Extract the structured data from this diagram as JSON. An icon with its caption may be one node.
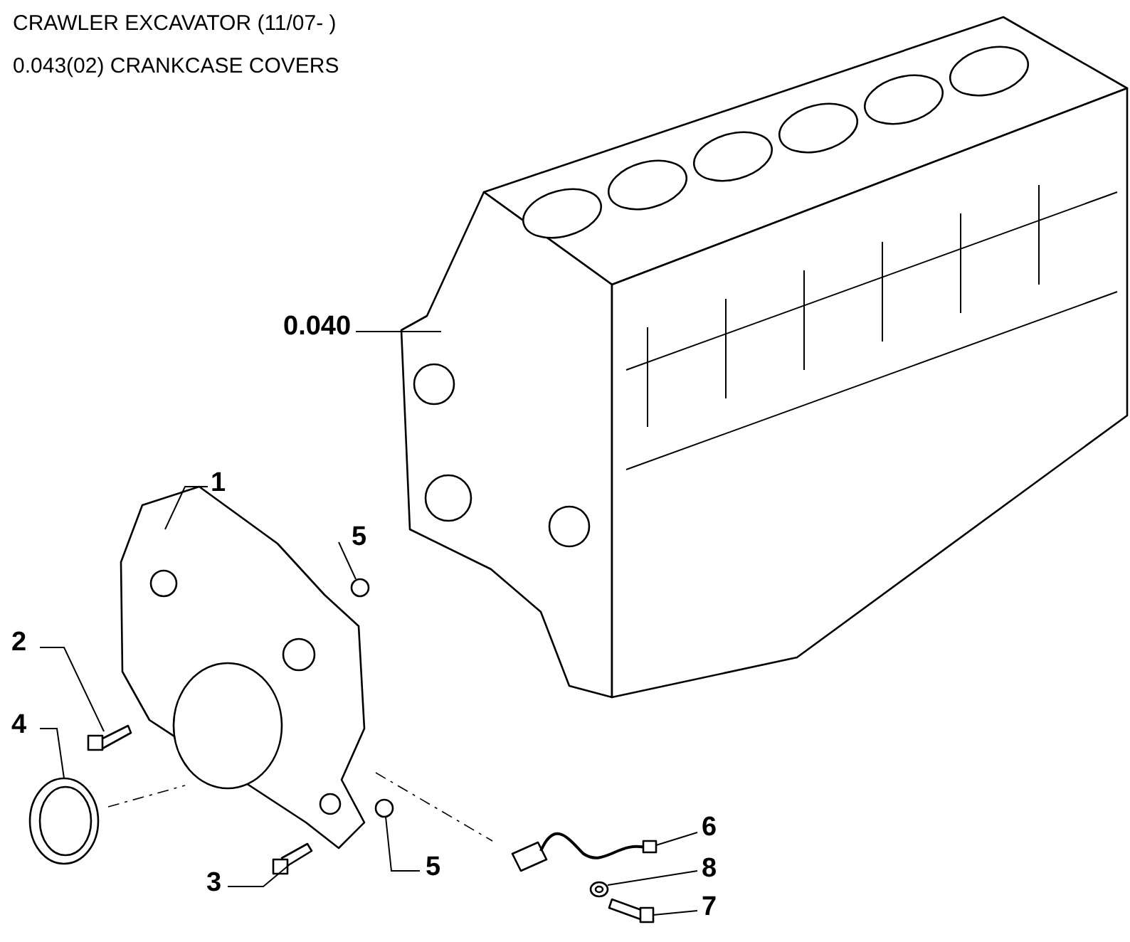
{
  "diagram": {
    "title": "CRAWLER EXCAVATOR (11/07- )",
    "nodes": [
      {
        "text": [
          "0.040"
        ]
      },
      {
        "text": [
          "1"
        ]
      },
      {
        "text": [
          "5"
        ]
      },
      {
        "text": [
          "2"
        ]
      },
      {
        "text": [
          "4"
        ]
      },
      {
        "text": [
          "6"
        ]
      },
      {
        "text": [
          "8"
        ]
      },
      {
        "text": [
          "3"
        ]
      },
      {
        "text": [
          "5"
        ]
      },
      {
        "text": [
          "7"
        ]
      },
      {
        "text": [],
        "shape": "picture"
      },
      {
        "text": [],
        "shape": "picture"
      },
      {
        "text": [],
        "shape": "circle"
      },
      {
        "text": [],
        "shape": "picture"
      },
      {
        "text": [],
        "shape": "picture"
      },
      {
        "text": [],
        "shape": "picture"
      },
      {
        "text": [],
        "shape": "picture"
      },
      {
        "text": [],
        "shape": "picture"
      },
      {
        "text": [],
        "shape": "circle"
      },
      {
        "text": [],
        "shape": "picture"
      }
    ],
    "edges": [
      {
        "from": 0,
        "to": 10,
        "arrow": "none"
      },
      {
        "from": 1,
        "to": 11,
        "arrow": "none"
      },
      {
        "from": 2,
        "to": 12,
        "arrow": "none"
      },
      {
        "from": 3,
        "to": 13,
        "arrow": "none"
      },
      {
        "from": 4,
        "to": 14,
        "arrow": "none"
      },
      {
        "from": 5,
        "to": 15,
        "arrow": "none"
      },
      {
        "from": 6,
        "to": 16,
        "arrow": "none"
      },
      {
        "from": 7,
        "to": 17,
        "arrow": "none"
      },
      {
        "from": 8,
        "to": 18,
        "arrow": "none"
      },
      {
        "from": 9,
        "to": 19,
        "arrow": "none"
      }
    ],
    "labels": [
      "0.043(02) CRANKCASE COVERS"
    ]
  }
}
